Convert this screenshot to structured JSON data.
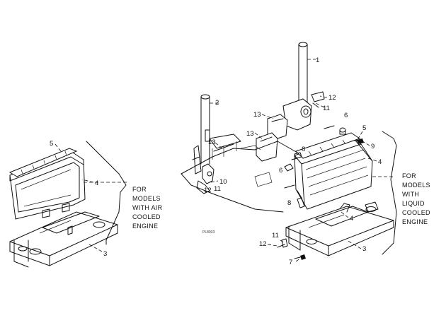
{
  "callouts": {
    "c1": "1",
    "c2": "2",
    "c3a": "3",
    "c3b": "3",
    "c4a": "4",
    "c4b": "4",
    "c4c": "4",
    "c5a": "5",
    "c5b": "5",
    "c6a": "6",
    "c6b": "6",
    "c7": "7",
    "c8a": "8",
    "c8b": "8",
    "c9": "9",
    "c10": "10",
    "c11a": "11",
    "c11b": "11",
    "c11c": "11",
    "c12a": "12",
    "c12b": "12",
    "c12c": "12",
    "c13a": "13",
    "c13b": "13",
    "c13c": "13"
  },
  "captions": {
    "air_cooled": [
      "FOR",
      "MODELS",
      "WITH AIR",
      "COOLED",
      "ENGINE"
    ],
    "liquid_cooled": [
      "FOR",
      "MODELS",
      "WITH",
      "LIQUID",
      "COOLED",
      "ENGINE"
    ]
  },
  "figure_id": "PL8033"
}
